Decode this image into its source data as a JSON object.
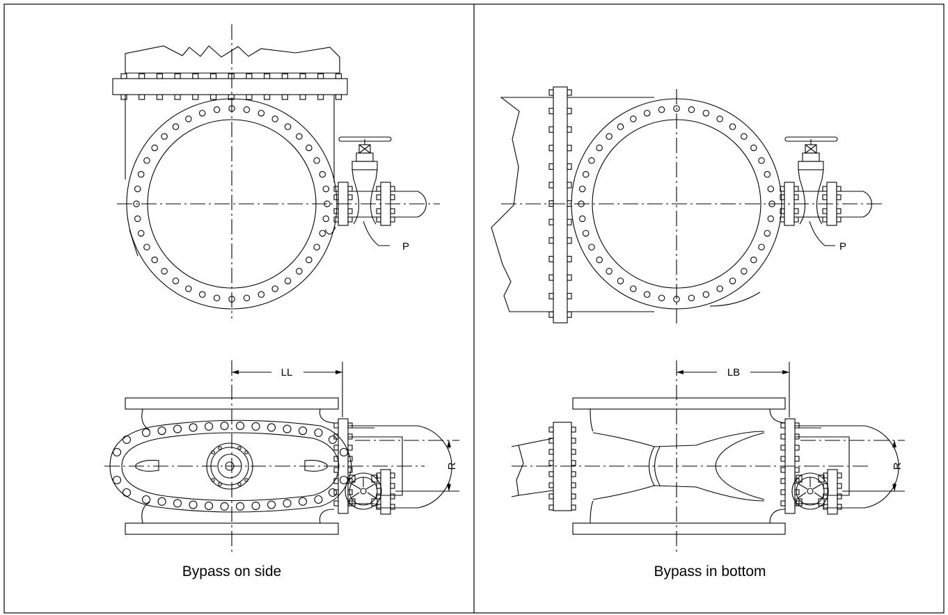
{
  "panels": [
    {
      "caption": "Bypass on side",
      "top_label": "P",
      "dim_length": "LL",
      "dim_radius": "R"
    },
    {
      "caption": "Bypass in bottom",
      "top_label": "P",
      "dim_length": "LB",
      "dim_radius": "R"
    }
  ],
  "colors": {
    "line": "#000000",
    "background": "#ffffff"
  }
}
